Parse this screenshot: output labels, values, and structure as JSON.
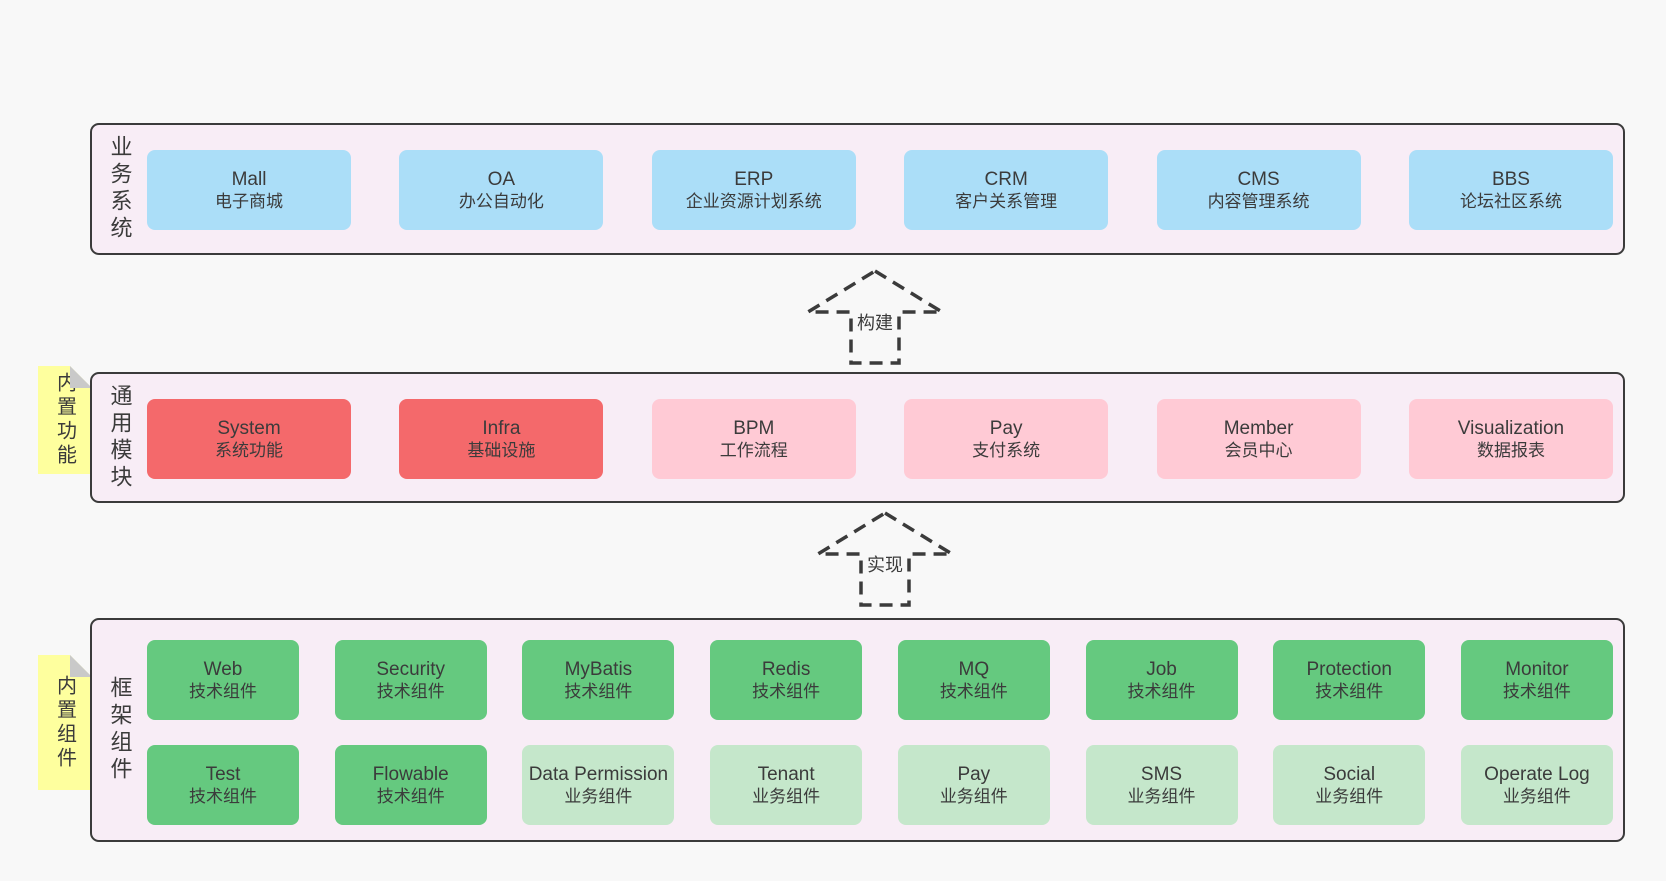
{
  "colors": {
    "page_bg": "#f8f8f8",
    "container_bg": "#f8edf6",
    "border": "#3b3b3b",
    "sticky": "#feff9e",
    "fold": "#c9c9c9",
    "blue": "#abdef8",
    "red": "#f4696b",
    "pink": "#ffcad5",
    "green": "#65c97f",
    "green_light": "#c5e7cb"
  },
  "arrows": [
    {
      "label": "构建"
    },
    {
      "label": "实现"
    }
  ],
  "layers": [
    {
      "id": "business-systems",
      "label": "业务系统",
      "boxes": [
        {
          "title": "Mall",
          "subtitle": "电子商城",
          "variant": "blue"
        },
        {
          "title": "OA",
          "subtitle": "办公自动化",
          "variant": "blue"
        },
        {
          "title": "ERP",
          "subtitle": "企业资源计划系统",
          "variant": "blue"
        },
        {
          "title": "CRM",
          "subtitle": "客户关系管理",
          "variant": "blue"
        },
        {
          "title": "CMS",
          "subtitle": "内容管理系统",
          "variant": "blue"
        },
        {
          "title": "BBS",
          "subtitle": "论坛社区系统",
          "variant": "blue"
        }
      ]
    },
    {
      "id": "common-modules",
      "label": "通用模块",
      "sticky": "内置功能",
      "boxes": [
        {
          "title": "System",
          "subtitle": "系统功能",
          "variant": "red"
        },
        {
          "title": "Infra",
          "subtitle": "基础设施",
          "variant": "red"
        },
        {
          "title": "BPM",
          "subtitle": "工作流程",
          "variant": "pink"
        },
        {
          "title": "Pay",
          "subtitle": "支付系统",
          "variant": "pink"
        },
        {
          "title": "Member",
          "subtitle": "会员中心",
          "variant": "pink"
        },
        {
          "title": "Visualization",
          "subtitle": "数据报表",
          "variant": "pink"
        }
      ]
    },
    {
      "id": "framework-components",
      "label": "框架组件",
      "sticky": "内置组件",
      "rows": [
        [
          {
            "title": "Web",
            "subtitle": "技术组件",
            "variant": "green"
          },
          {
            "title": "Security",
            "subtitle": "技术组件",
            "variant": "green"
          },
          {
            "title": "MyBatis",
            "subtitle": "技术组件",
            "variant": "green"
          },
          {
            "title": "Redis",
            "subtitle": "技术组件",
            "variant": "green"
          },
          {
            "title": "MQ",
            "subtitle": "技术组件",
            "variant": "green"
          },
          {
            "title": "Job",
            "subtitle": "技术组件",
            "variant": "green"
          },
          {
            "title": "Protection",
            "subtitle": "技术组件",
            "variant": "green"
          },
          {
            "title": "Monitor",
            "subtitle": "技术组件",
            "variant": "green"
          }
        ],
        [
          {
            "title": "Test",
            "subtitle": "技术组件",
            "variant": "green"
          },
          {
            "title": "Flowable",
            "subtitle": "技术组件",
            "variant": "green"
          },
          {
            "title": "Data Permission",
            "subtitle": "业务组件",
            "variant": "green_light"
          },
          {
            "title": "Tenant",
            "subtitle": "业务组件",
            "variant": "green_light"
          },
          {
            "title": "Pay",
            "subtitle": "业务组件",
            "variant": "green_light"
          },
          {
            "title": "SMS",
            "subtitle": "业务组件",
            "variant": "green_light"
          },
          {
            "title": "Social",
            "subtitle": "业务组件",
            "variant": "green_light"
          },
          {
            "title": "Operate Log",
            "subtitle": "业务组件",
            "variant": "green_light"
          }
        ]
      ]
    }
  ]
}
